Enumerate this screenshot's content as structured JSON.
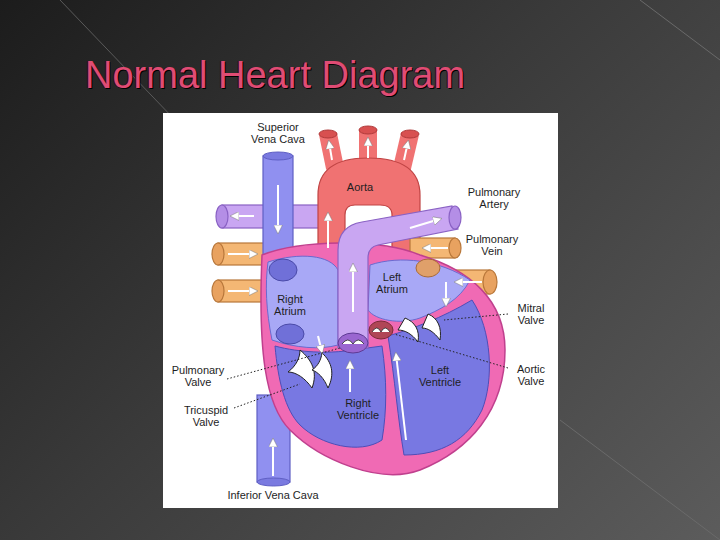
{
  "diagram": {
    "title": "Normal Heart Diagram",
    "labels": [
      "Superior Vena Cava",
      "Aorta",
      "Pulmonary Artery",
      "Pulmonary Vein",
      "Left Atrium",
      "Right Atrium",
      "Mitral Valve",
      "Aortic Valve",
      "Left Ventricle",
      "Pulmonary Valve",
      "Tricuspid Valve",
      "Right Ventricle",
      "Inferior Vena Cava"
    ]
  }
}
